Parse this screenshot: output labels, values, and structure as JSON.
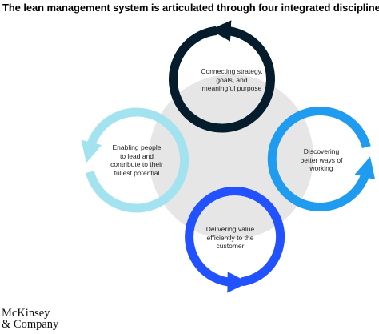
{
  "title": "The lean management system is articulated through four integrated disciplines",
  "disciplines": [
    {
      "id": "purpose",
      "lines": [
        "Connecting strategy,",
        "goals, and",
        "meaningful purpose"
      ],
      "color": "#051c2c"
    },
    {
      "id": "ways-of-working",
      "lines": [
        "Discovering",
        "better ways of",
        "working"
      ],
      "color": "#1f9bef"
    },
    {
      "id": "value",
      "lines": [
        "Delivering value",
        "efficiently to the",
        "customer"
      ],
      "color": "#2251ff"
    },
    {
      "id": "people",
      "lines": [
        "Enabling people",
        "to lead and",
        "contribute to their",
        "fullest potential"
      ],
      "color": "#a3e3f0"
    }
  ],
  "center_color": "#e6e6e6",
  "logo": {
    "line1": "McKinsey",
    "line2": "& Company"
  }
}
